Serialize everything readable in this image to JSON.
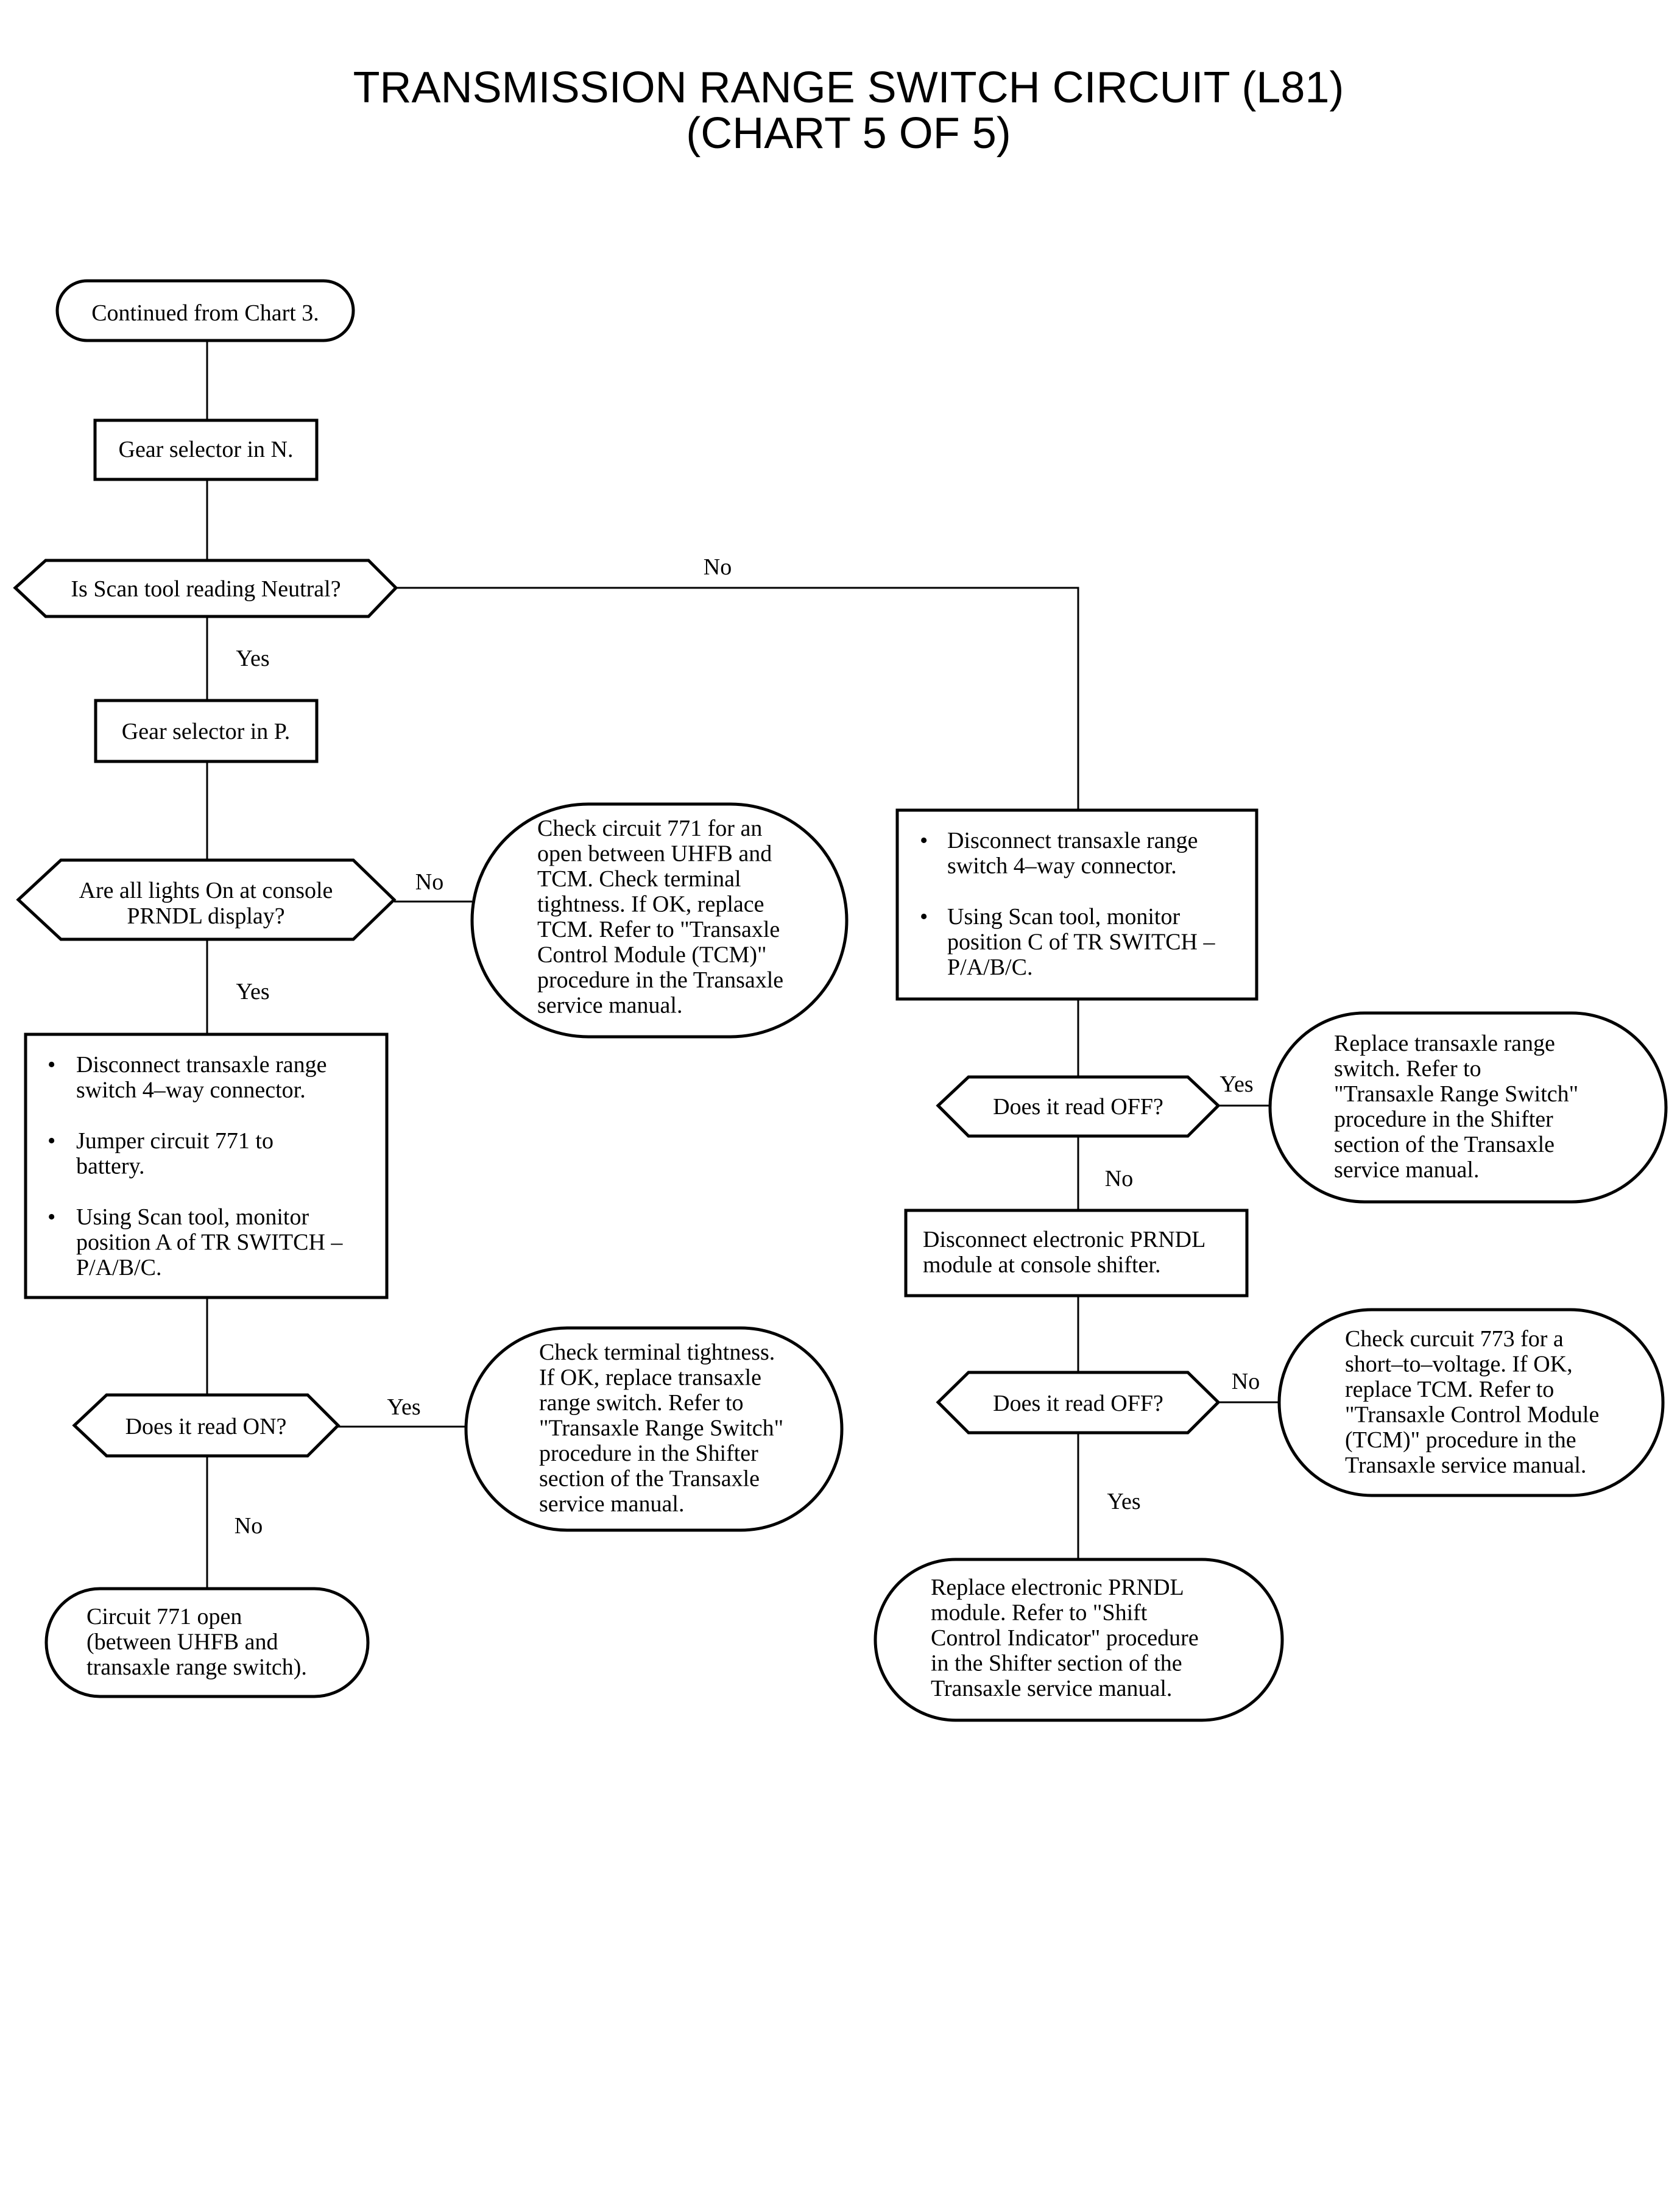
{
  "title": {
    "line1": "TRANSMISSION RANGE SWITCH CIRCUIT (L81)",
    "line2": "(CHART 5 OF 5)"
  },
  "nodes": {
    "start": [
      "Continued from Chart 3."
    ],
    "gear_n": [
      "Gear selector in N."
    ],
    "q_neutral": [
      "Is Scan tool reading Neutral?"
    ],
    "gear_p": [
      "Gear selector in P."
    ],
    "q_lights": [
      "Are all lights On at console",
      "PRNDL display?"
    ],
    "check_771_open": [
      "Check circuit 771 for an",
      "open between UHFB and",
      "TCM. Check terminal",
      "tightness. If OK, replace",
      "TCM. Refer to \"Transaxle",
      "Control Module (TCM)\"",
      "procedure in the Transaxle",
      "service manual."
    ],
    "steps_left": [
      [
        "Disconnect transaxle range",
        "switch 4–way connector."
      ],
      [
        "Jumper circuit 771 to",
        "battery."
      ],
      [
        "Using Scan tool, monitor",
        "position A of TR SWITCH –",
        "P/A/B/C."
      ]
    ],
    "q_read_on": [
      "Does it read ON?"
    ],
    "check_terminal": [
      "Check terminal tightness.",
      "If OK, replace transaxle",
      "range switch. Refer to",
      "\"Transaxle Range Switch\"",
      "procedure in the Shifter",
      "section of the Transaxle",
      "service manual."
    ],
    "circuit_771_open": [
      "Circuit 771 open",
      "(between UHFB and",
      "transaxle range switch)."
    ],
    "steps_right": [
      [
        "Disconnect transaxle range",
        "switch 4–way connector."
      ],
      [
        "Using Scan tool, monitor",
        "position C of TR SWITCH –",
        "P/A/B/C."
      ]
    ],
    "q_read_off_1": [
      "Does it read OFF?"
    ],
    "replace_switch": [
      "Replace transaxle range",
      "switch. Refer to",
      "\"Transaxle Range Switch\"",
      "procedure in the Shifter",
      "section of the Transaxle",
      "service manual."
    ],
    "disconnect_prndl": [
      "Disconnect electronic PRNDL",
      "module at console shifter."
    ],
    "q_read_off_2": [
      "Does it read OFF?"
    ],
    "check_773": [
      "Check curcuit 773 for a",
      "short–to–voltage. If OK,",
      "replace TCM. Refer to",
      "\"Transaxle Control Module",
      "(TCM)\" procedure in the",
      "Transaxle service manual."
    ],
    "replace_prndl": [
      "Replace electronic PRNDL",
      "module. Refer to \"Shift",
      "Control Indicator\" procedure",
      "in the Shifter section of the",
      "Transaxle service manual."
    ]
  },
  "edge_labels": {
    "neutral_no": "No",
    "neutral_yes": "Yes",
    "lights_no": "No",
    "lights_yes": "Yes",
    "read_on_yes": "Yes",
    "read_on_no": "No",
    "read_off_1_yes": "Yes",
    "read_off_1_no": "No",
    "read_off_2_no": "No",
    "read_off_2_yes": "Yes"
  },
  "bullet_glyph": "•"
}
